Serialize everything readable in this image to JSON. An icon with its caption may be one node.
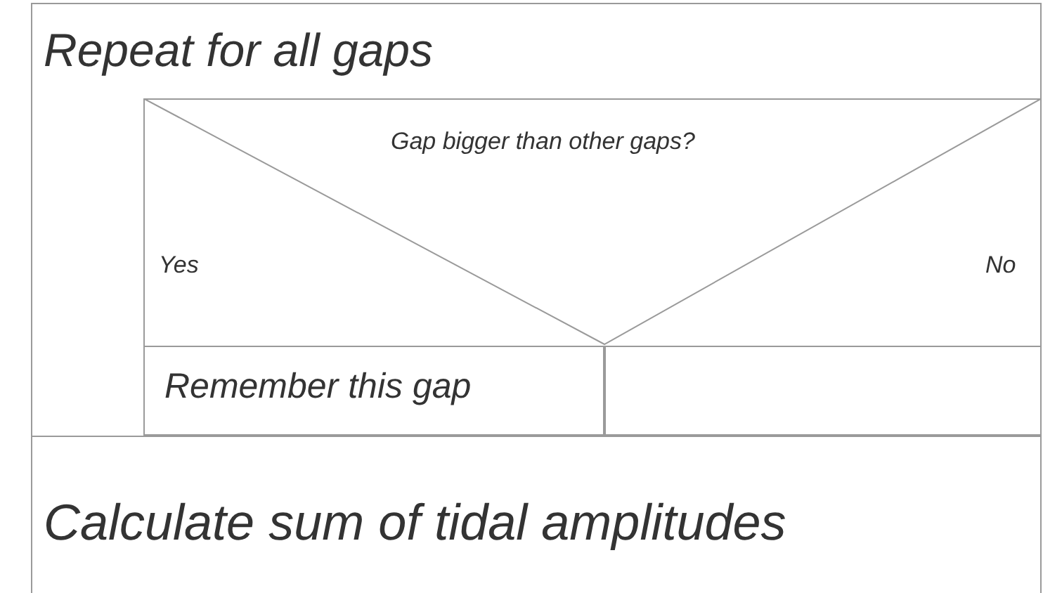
{
  "diagram": {
    "nodes": [
      {
        "text": [
          "Repeat for all gaps"
        ]
      },
      {
        "text": [
          "Gap bigger than other gaps?",
          "Yes",
          "No"
        ],
        "in": 0
      },
      {
        "text": [
          "Remember this gap"
        ],
        "in": 0
      },
      {
        "text": [],
        "shape": "box",
        "in": 0
      },
      {
        "text": [
          "Calculate sum of tidal amplitudes"
        ]
      }
    ]
  }
}
